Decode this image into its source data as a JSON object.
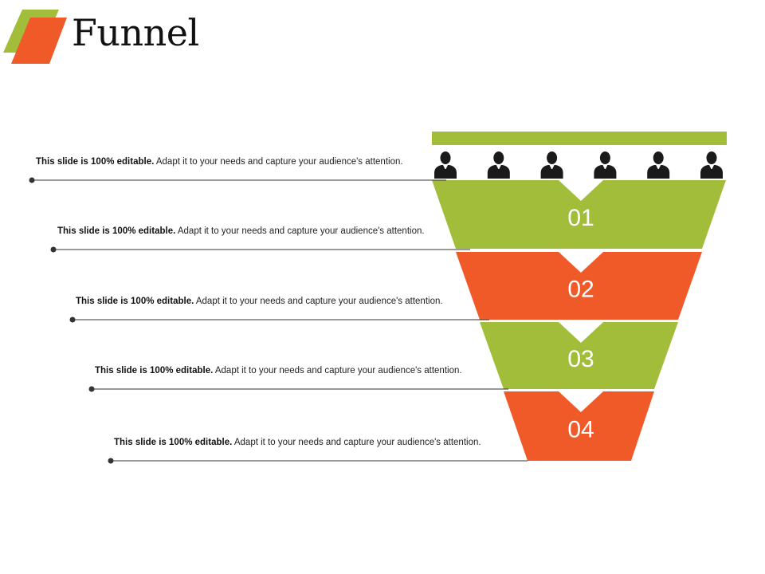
{
  "slide": {
    "title": "Funnel",
    "colors": {
      "green": "#a2bd3a",
      "orange": "#f05a28",
      "person": "#1a1a1a",
      "line": "#333333"
    },
    "people_count": 6,
    "rows": [
      {
        "bold": "This slide is 100% editable.",
        "text": " Adapt it to your needs and capture your audience's attention."
      },
      {
        "bold": "This slide is 100% editable.",
        "text": " Adapt it to your needs and capture your audience's attention."
      },
      {
        "bold": "This slide is 100% editable.",
        "text": " Adapt it to your needs and capture your audience's attention."
      },
      {
        "bold": "This slide is 100% editable.",
        "text": " Adapt it to your needs and capture your audience's attention."
      },
      {
        "bold": "This slide is 100% editable.",
        "text": " Adapt it to your needs and capture your audience's attention."
      }
    ],
    "stages": [
      {
        "label": "01",
        "color": "green"
      },
      {
        "label": "02",
        "color": "orange"
      },
      {
        "label": "03",
        "color": "green"
      },
      {
        "label": "04",
        "color": "orange"
      }
    ]
  }
}
